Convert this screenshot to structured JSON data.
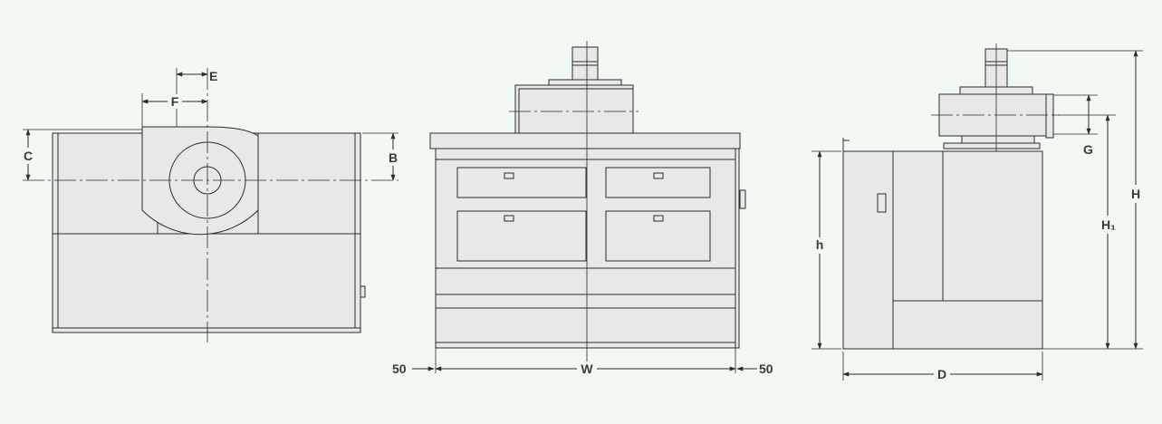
{
  "colors": {
    "background": "#f2f8f2",
    "body_fill": "#e8e8e8",
    "line": "#2b2b2b",
    "label_text": "#3a3a3a"
  },
  "labels": {
    "E": "E",
    "F": "F",
    "C": "C",
    "B": "B",
    "W": "W",
    "clearance_left": "50",
    "clearance_right": "50",
    "G": "G",
    "H": "H",
    "H1": "H₁",
    "h": "h",
    "D": "D"
  }
}
